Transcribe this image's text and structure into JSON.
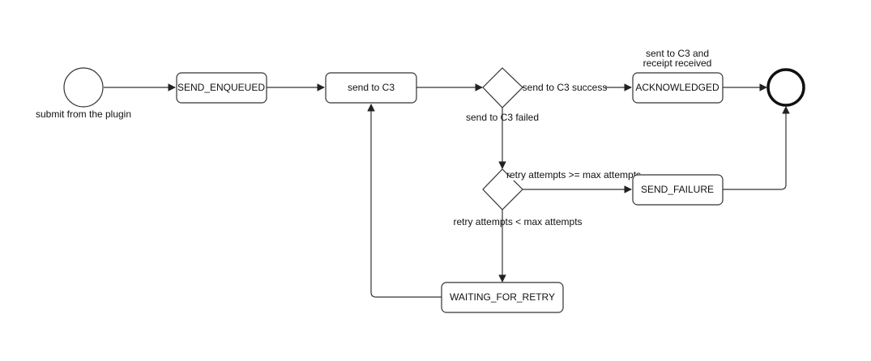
{
  "nodes": {
    "start_label": "submit from the plugin",
    "send_enqueued": "SEND_ENQUEUED",
    "send_to_c3": "send to C3",
    "acknowledged": "ACKNOWLEDGED",
    "send_failure": "SEND_FAILURE",
    "waiting_for_retry": "WAITING_FOR_RETRY"
  },
  "labels": {
    "ack_note_line1": "sent to C3 and",
    "ack_note_line2": "receipt received",
    "send_success": "send to C3 success",
    "send_failed": "send to C3 failed",
    "retry_ge_max": "retry attempts >= max attempts",
    "retry_lt_max": "retry attempts < max attempts"
  }
}
